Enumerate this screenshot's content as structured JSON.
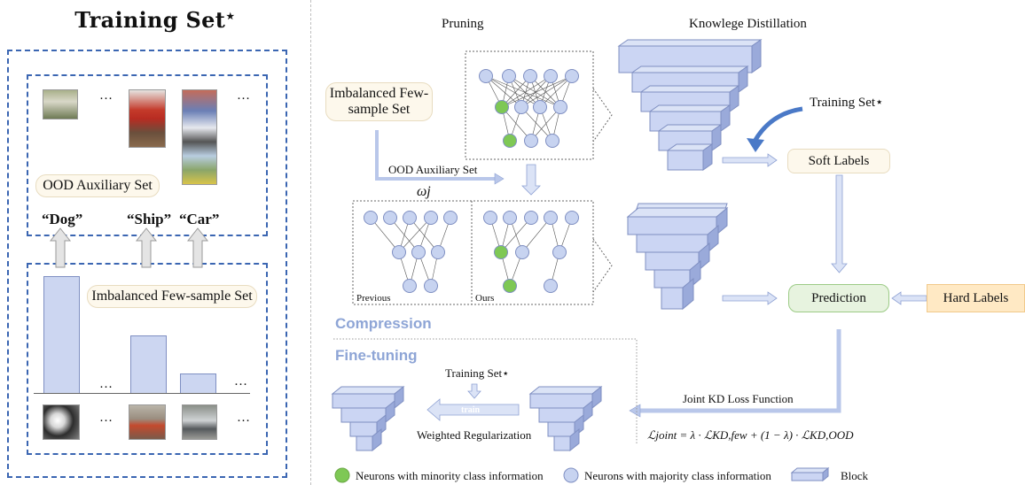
{
  "training_set": {
    "title": "Training Set",
    "star": "⋆",
    "ood_auxiliary_label": "OOD Auxiliary Set",
    "imbalanced_label": "Imbalanced Few-sample Set",
    "class_labels": [
      "“Dog”",
      "“Ship”",
      "“Car”"
    ],
    "ellipsis": "…",
    "bar_values": [
      1.0,
      0.5,
      0.17
    ]
  },
  "pipeline": {
    "pruning_title": "Pruning",
    "kd_title": "Knowlege Distillation",
    "imbalanced_label": "Imbalanced Few-sample Set",
    "ood_arrow_label": "OOD Auxiliary Set",
    "omega_label": "ωj",
    "training_set_label": "Training Set⋆",
    "soft_labels": "Soft Labels",
    "prediction": "Prediction",
    "hard_labels": "Hard Labels",
    "previous_label": "Previous",
    "ours_label": "Ours",
    "compression_title": "Compression",
    "finetuning_title": "Fine-tuning",
    "ft_training_set_label": "Training Set⋆",
    "train_label": "train",
    "weighted_reg_label": "Weighted Regularization",
    "joint_kd_label": "Joint KD Loss Function",
    "formula": "ℒjoint = λ · ℒKD,few + (1 − λ) · ℒKD,OOD"
  },
  "legend": {
    "minority": "Neurons with minority class information",
    "majority": "Neurons with majority class information",
    "block": "Block"
  },
  "colors": {
    "minority": "#7ec855",
    "majority": "#c7d3f0",
    "block_face": "#cbd5f3",
    "dashed_border": "#3b66b2",
    "arrow": "#b9c7ea"
  }
}
